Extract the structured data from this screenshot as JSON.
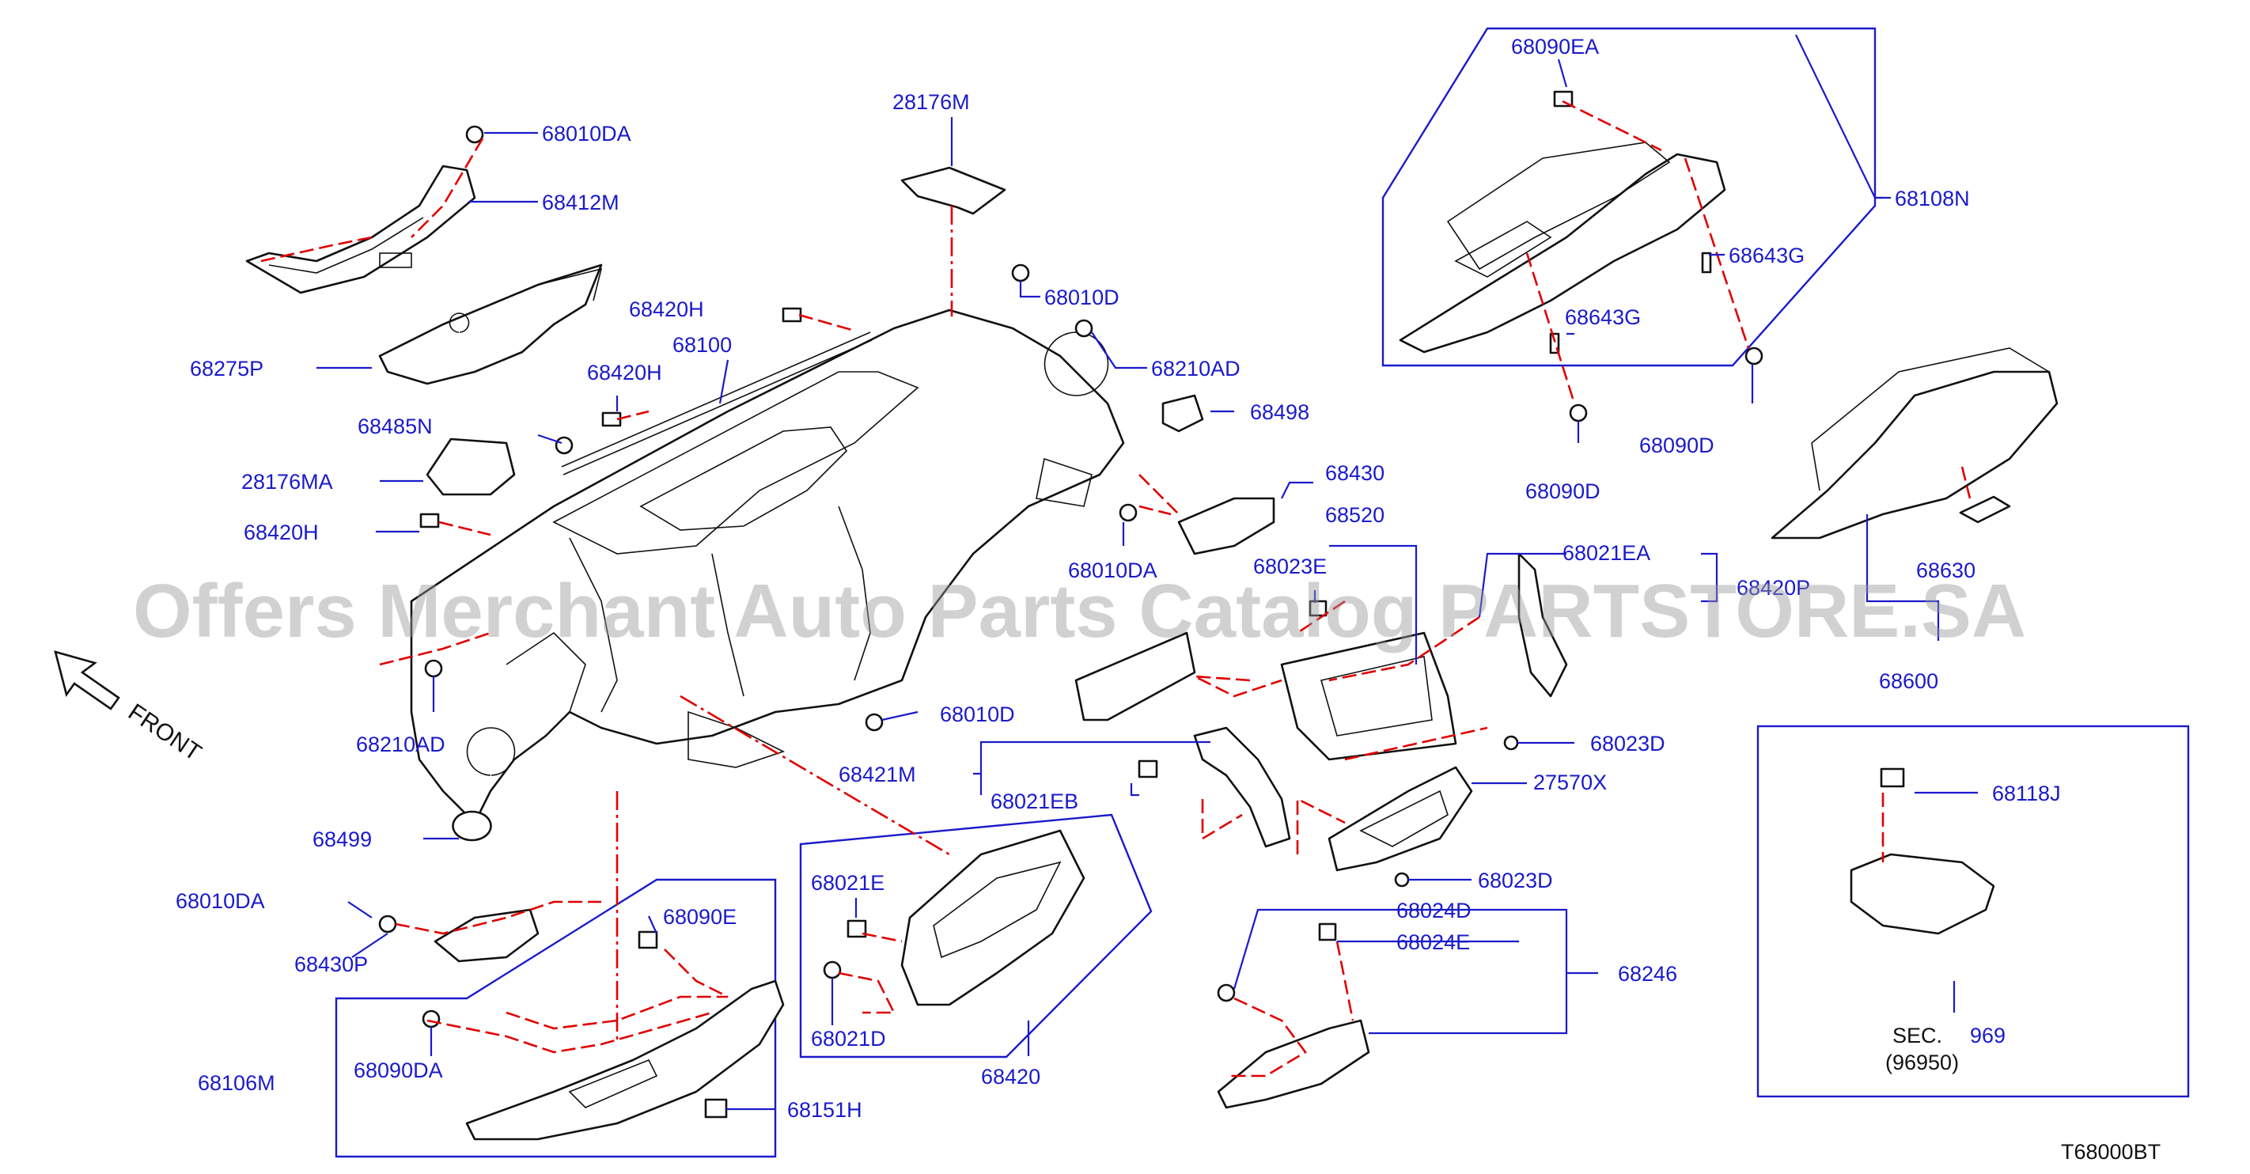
{
  "watermark": "Offers Merchant Auto Parts Catalog PARTSTORE.SA",
  "front_label": "FRONT",
  "diagram_code": "T68000BT",
  "sec_label": "SEC.",
  "sec_number": "969",
  "sec_sub": "(96950)",
  "labels": {
    "p68010DA_top": "68010DA",
    "p68412M": "68412M",
    "p28176M": "28176M",
    "p68090EA": "68090EA",
    "p68108N": "68108N",
    "p68643G_a": "68643G",
    "p68643G_b": "68643G",
    "p68010D_a": "68010D",
    "p68420H_a": "68420H",
    "p68100": "68100",
    "p68210AD_a": "68210AD",
    "p68275P": "68275P",
    "p68420H_b": "68420H",
    "p68498": "68498",
    "p68090D_a": "68090D",
    "p68090D_b": "68090D",
    "p68485N": "68485N",
    "p28176MA": "28176MA",
    "p68430": "68430",
    "p68420H_c": "68420H",
    "p68520": "68520",
    "p68630": "68630",
    "p68010DA_mid": "68010DA",
    "p68023E": "68023E",
    "p68021EA": "68021EA",
    "p68420P": "68420P",
    "p68600": "68600",
    "p68210AD_b": "68210AD",
    "p68010D_b": "68010D",
    "p68023D_a": "68023D",
    "p68421M": "68421M",
    "p68021EB": "68021EB",
    "p27570X": "27570X",
    "p68118J": "68118J",
    "p68499": "68499",
    "p68023D_b": "68023D",
    "p68021E": "68021E",
    "p68010DA_low": "68010DA",
    "p68090E": "68090E",
    "p68024D": "68024D",
    "p68024E": "68024E",
    "p68246": "68246",
    "p68430P": "68430P",
    "p68021D": "68021D",
    "p68106M": "68106M",
    "p68090DA": "68090DA",
    "p68420": "68420",
    "p68151H": "68151H"
  }
}
